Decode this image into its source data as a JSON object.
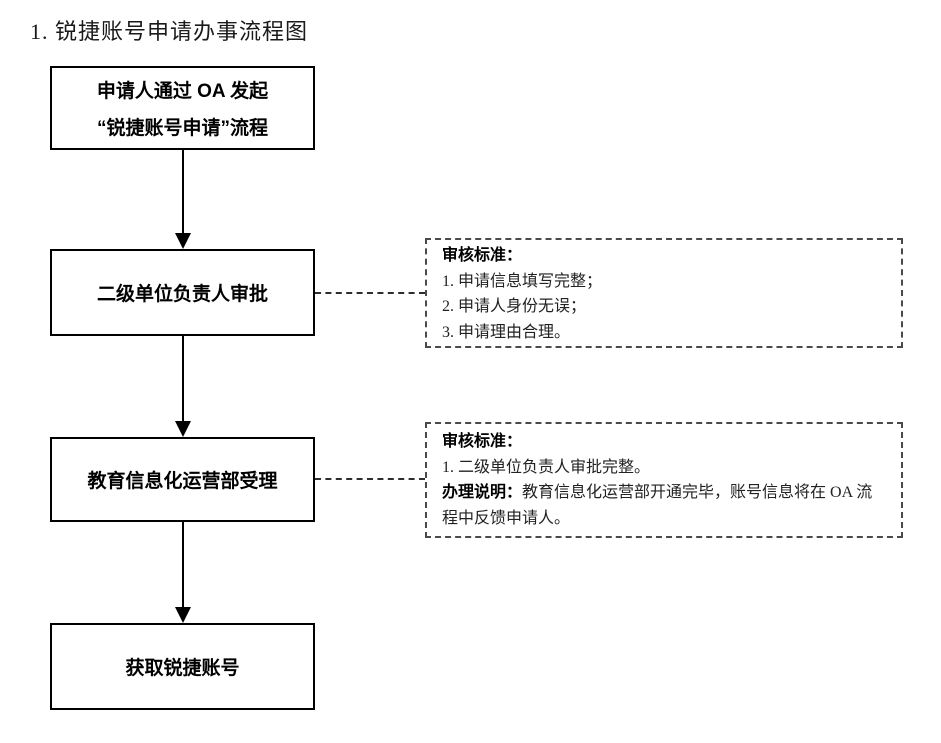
{
  "page": {
    "title": "1. 锐捷账号申请办事流程图"
  },
  "colors": {
    "ink": "#000000",
    "dashed_border": "#4a4a4a",
    "background": "#ffffff"
  },
  "flow": {
    "nodes": [
      {
        "id": "start",
        "lines": [
          "申请人通过 OA 发起",
          "“锐捷账号申请”流程"
        ]
      },
      {
        "id": "approve",
        "label": "二级单位负责人审批"
      },
      {
        "id": "process",
        "label": "教育信息化运营部受理"
      },
      {
        "id": "result",
        "label": "获取锐捷账号"
      }
    ],
    "annotations": [
      {
        "heading": "审核标准：",
        "items": [
          "1. 申请信息填写完整；",
          "2. 申请人身份无误；",
          "3. 申请理由合理。"
        ]
      },
      {
        "heading": "审核标准：",
        "items": [
          "1. 二级单位负责人审批完整。"
        ],
        "note_heading": "办理说明：",
        "note_text": "教育信息化运营部开通完毕，账号信息将在 OA 流程中反馈申请人。"
      }
    ]
  }
}
